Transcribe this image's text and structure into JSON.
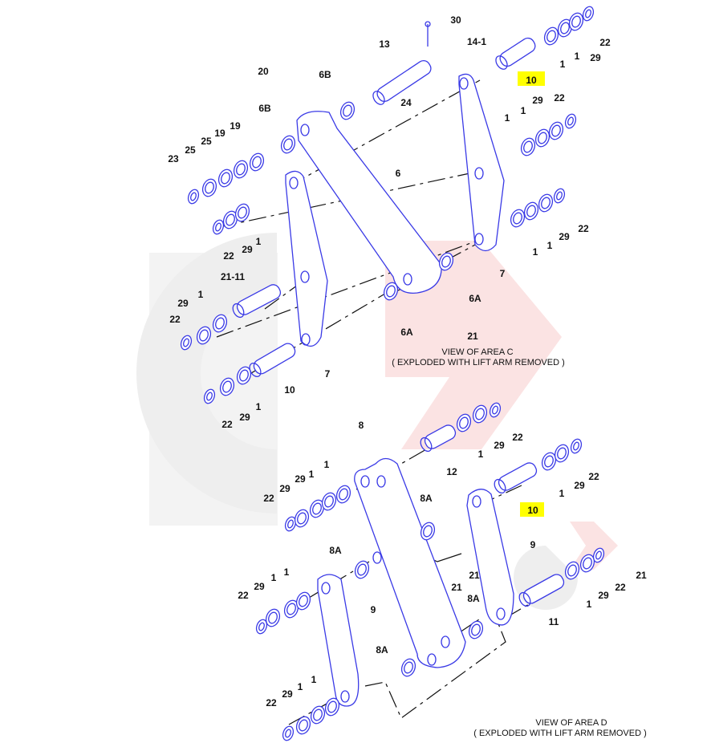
{
  "diagram": {
    "colors": {
      "part_line": "#3a3ae6",
      "highlight": "#ffff00",
      "watermark_gray": "#eeeeee",
      "watermark_pink": "#fbe3e3"
    },
    "watermark": "C arrow logo",
    "area_c": {
      "caption_line1": "VIEW OF AREA C",
      "caption_line2": "( EXPLODED WITH LIFT ARM REMOVED )",
      "callouts": [
        "30",
        "13",
        "14-1",
        "10",
        "1",
        "1",
        "29",
        "22",
        "20",
        "6B",
        "24",
        "6B",
        "19",
        "19",
        "25",
        "25",
        "23",
        "1",
        "1",
        "29",
        "22",
        "6",
        "22",
        "29",
        "1",
        "22",
        "29",
        "1",
        "1",
        "7",
        "21-11",
        "29",
        "1",
        "22",
        "6A",
        "6A",
        "21",
        "7",
        "10",
        "1",
        "29",
        "22"
      ]
    },
    "area_d": {
      "caption_line1": "VIEW OF AREA D",
      "caption_line2": "( EXPLODED WITH LIFT ARM REMOVED )",
      "callouts": [
        "8",
        "22",
        "29",
        "1",
        "12",
        "22",
        "29",
        "1",
        "10",
        "1",
        "1",
        "29",
        "29",
        "22",
        "8A",
        "9",
        "8A",
        "21",
        "21",
        "22",
        "29",
        "1",
        "11",
        "1",
        "1",
        "29",
        "22",
        "9",
        "21",
        "8A",
        "8A",
        "1",
        "1",
        "29",
        "22"
      ]
    },
    "highlighted_part": "10"
  }
}
